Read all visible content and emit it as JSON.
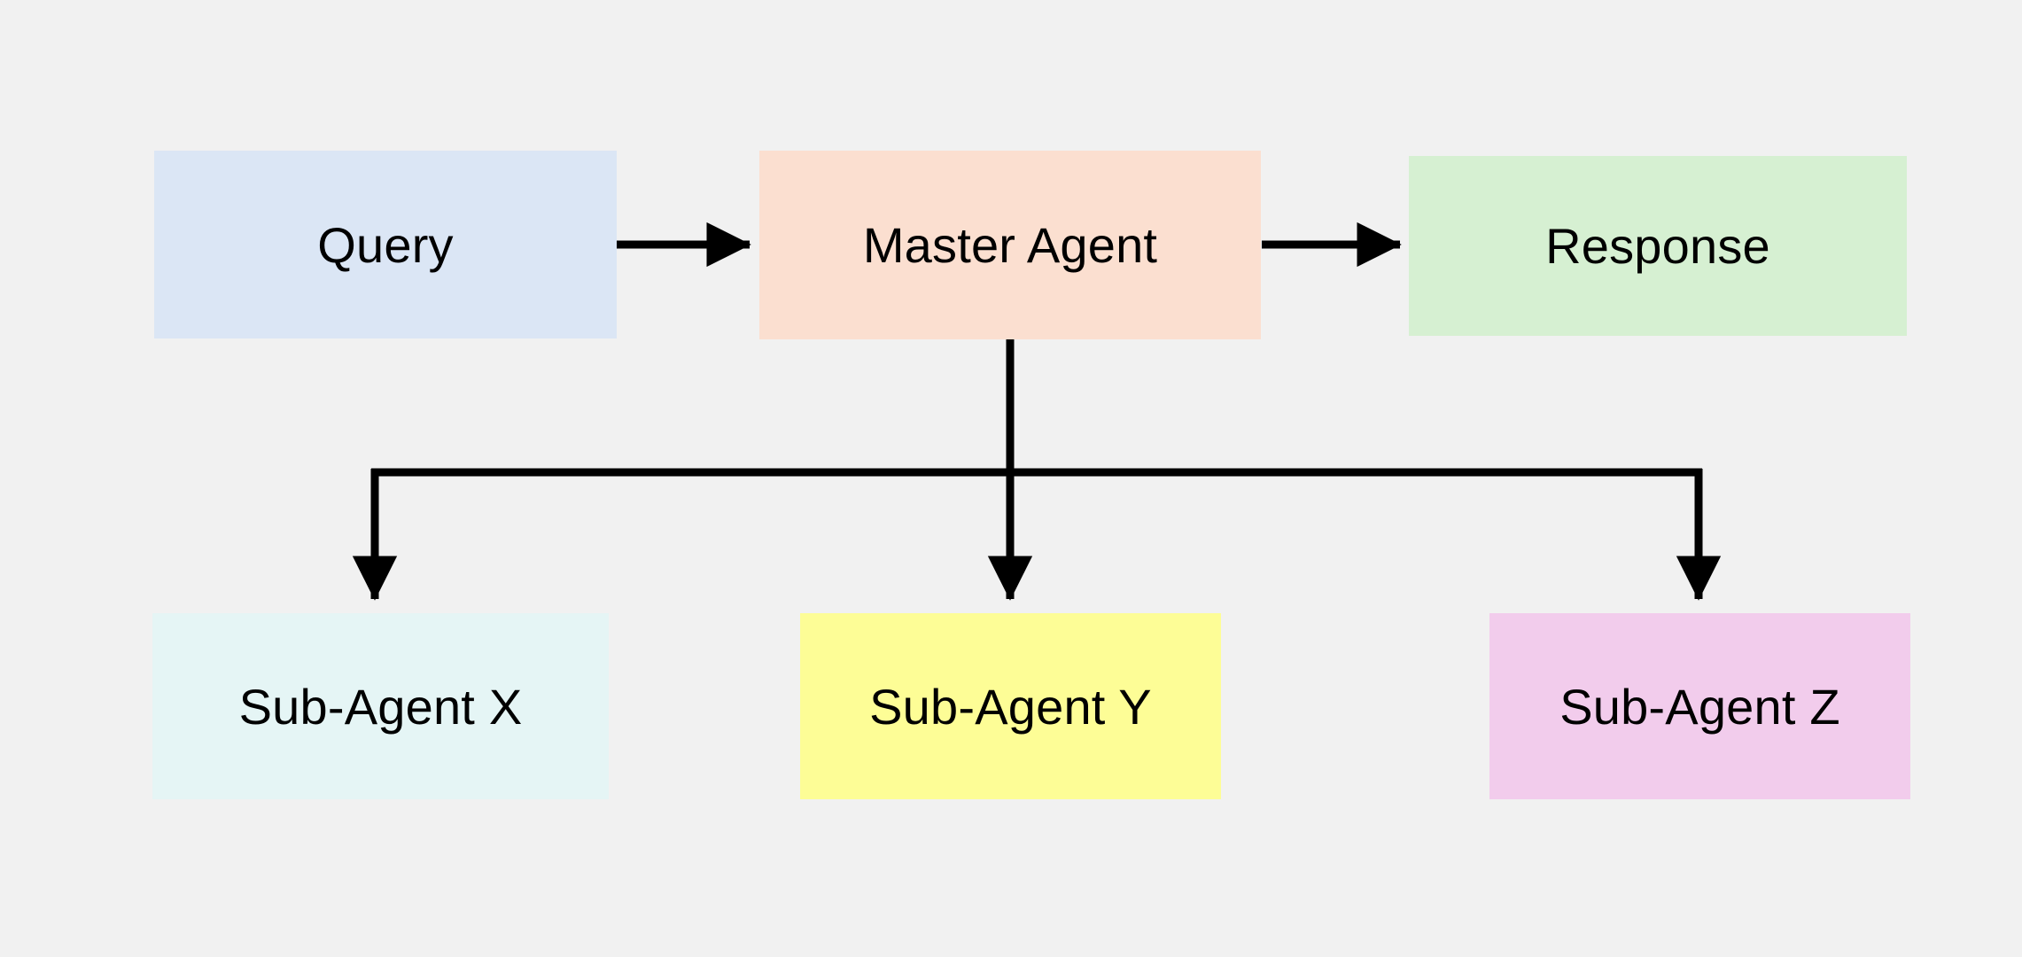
{
  "diagram": {
    "type": "flowchart",
    "background_color": "#f1f1f1",
    "nodes": [
      {
        "id": "query",
        "label": "Query",
        "fill": "#dbe6f5",
        "text_color": "#000000",
        "row": "top",
        "column": 1
      },
      {
        "id": "master",
        "label": "Master Agent",
        "fill": "#fbdfd0",
        "text_color": "#000000",
        "row": "top",
        "column": 2
      },
      {
        "id": "response",
        "label": "Response",
        "fill": "#d6f0d2",
        "text_color": "#000000",
        "row": "top",
        "column": 3
      },
      {
        "id": "subagent_x",
        "label": "Sub-Agent X",
        "fill": "#e5f5f5",
        "text_color": "#000000",
        "row": "bottom",
        "column": 1
      },
      {
        "id": "subagent_y",
        "label": "Sub-Agent Y",
        "fill": "#fdfd96",
        "text_color": "#000000",
        "row": "bottom",
        "column": 2
      },
      {
        "id": "subagent_z",
        "label": "Sub-Agent Z",
        "fill": "#f2ccec",
        "text_color": "#000000",
        "row": "bottom",
        "column": 3
      }
    ],
    "edges": [
      {
        "id": "query-to-master",
        "from": "query",
        "to": "master",
        "style": "straight-arrow",
        "direction": "right"
      },
      {
        "id": "master-to-response",
        "from": "master",
        "to": "response",
        "style": "straight-arrow",
        "direction": "right"
      },
      {
        "id": "master-to-subagent-x",
        "from": "master",
        "to": "subagent_x",
        "style": "elbow-arrow",
        "direction": "down"
      },
      {
        "id": "master-to-subagent-y",
        "from": "master",
        "to": "subagent_y",
        "style": "straight-arrow",
        "direction": "down"
      },
      {
        "id": "master-to-subagent-z",
        "from": "master",
        "to": "subagent_z",
        "style": "elbow-arrow",
        "direction": "down"
      }
    ],
    "edge_color": "#000000",
    "edge_width": 9
  }
}
